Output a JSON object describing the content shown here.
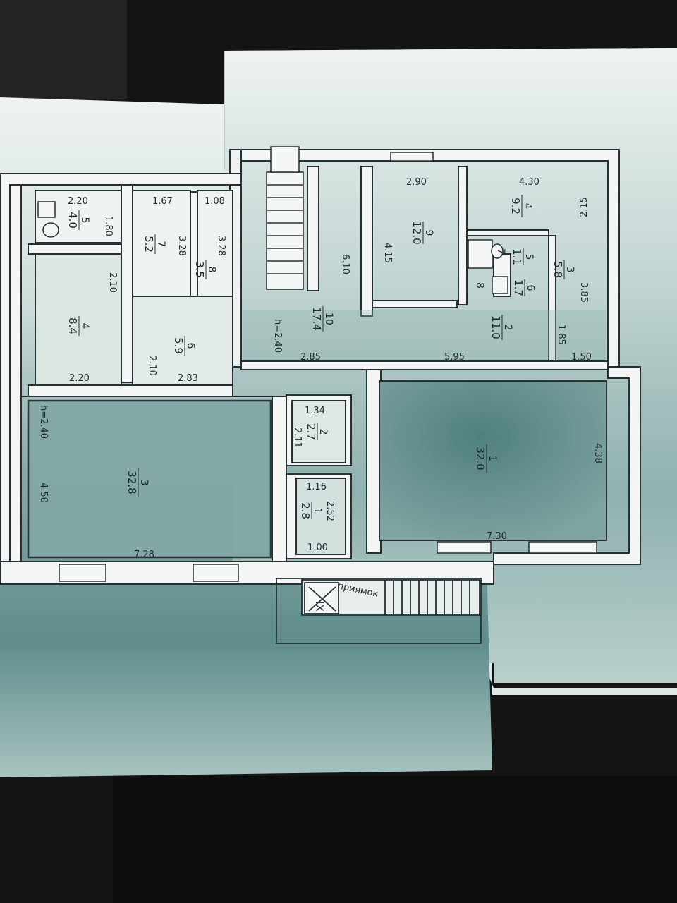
{
  "plan_right": {
    "rooms": [
      {
        "id": "10",
        "number": "10",
        "area": "17.4"
      },
      {
        "id": "9",
        "number": "9",
        "area": "12.0"
      },
      {
        "id": "4",
        "number": "4",
        "area": "9.2"
      },
      {
        "id": "5",
        "number": "5",
        "area": "1.1"
      },
      {
        "id": "6",
        "number": "6",
        "area": "1.7"
      },
      {
        "id": "3",
        "number": "3",
        "area": "5.8"
      },
      {
        "id": "2",
        "number": "2",
        "area": "11.0"
      },
      {
        "id": "1",
        "number": "1",
        "area": "32.0"
      },
      {
        "id": "7",
        "number": "7",
        "area": ""
      },
      {
        "id": "8",
        "number": "8",
        "area": ""
      }
    ],
    "dimensions": {
      "d290": "2.90",
      "d430": "4.30",
      "d215": "2.15",
      "d415": "4.15",
      "d610": "6.10",
      "d385": "3.85",
      "d185": "1.85",
      "d150": "1.50",
      "d285": "2.85",
      "d595": "5.95",
      "d438": "4.38",
      "d730": "7.30",
      "h": "h=2.40"
    }
  },
  "plan_left": {
    "rooms": [
      {
        "id": "5",
        "number": "5",
        "area": "4.0"
      },
      {
        "id": "7",
        "number": "7",
        "area": "5.2"
      },
      {
        "id": "8",
        "number": "8",
        "area": "3.5"
      },
      {
        "id": "4",
        "number": "4",
        "area": "8.4"
      },
      {
        "id": "6",
        "number": "6",
        "area": "5.9"
      },
      {
        "id": "3",
        "number": "3",
        "area": "32.8"
      },
      {
        "id": "2",
        "number": "2",
        "area": "2.7"
      },
      {
        "id": "1",
        "number": "1",
        "area": "2.8"
      }
    ],
    "dimensions": {
      "d220a": "2.20",
      "d180": "1.80",
      "d167": "1.67",
      "d108": "1.08",
      "d328a": "3.28",
      "d328b": "3.28",
      "d210a": "2.10",
      "d210b": "2.10",
      "d220b": "2.20",
      "d283": "2.83",
      "d450": "4.50",
      "d728": "7.28",
      "d134": "1.34",
      "d211": "2.11",
      "d116": "1.16",
      "d252": "2.52",
      "d100": "1.00",
      "h": "h=2.40"
    }
  },
  "stair_label": "IX",
  "stair_note": "приямок",
  "colors": {
    "background": "#141414",
    "paper": "#e4ece8",
    "teal_tint": "#6f9a99",
    "wall": "#f2f5f3",
    "line": "#253033"
  }
}
